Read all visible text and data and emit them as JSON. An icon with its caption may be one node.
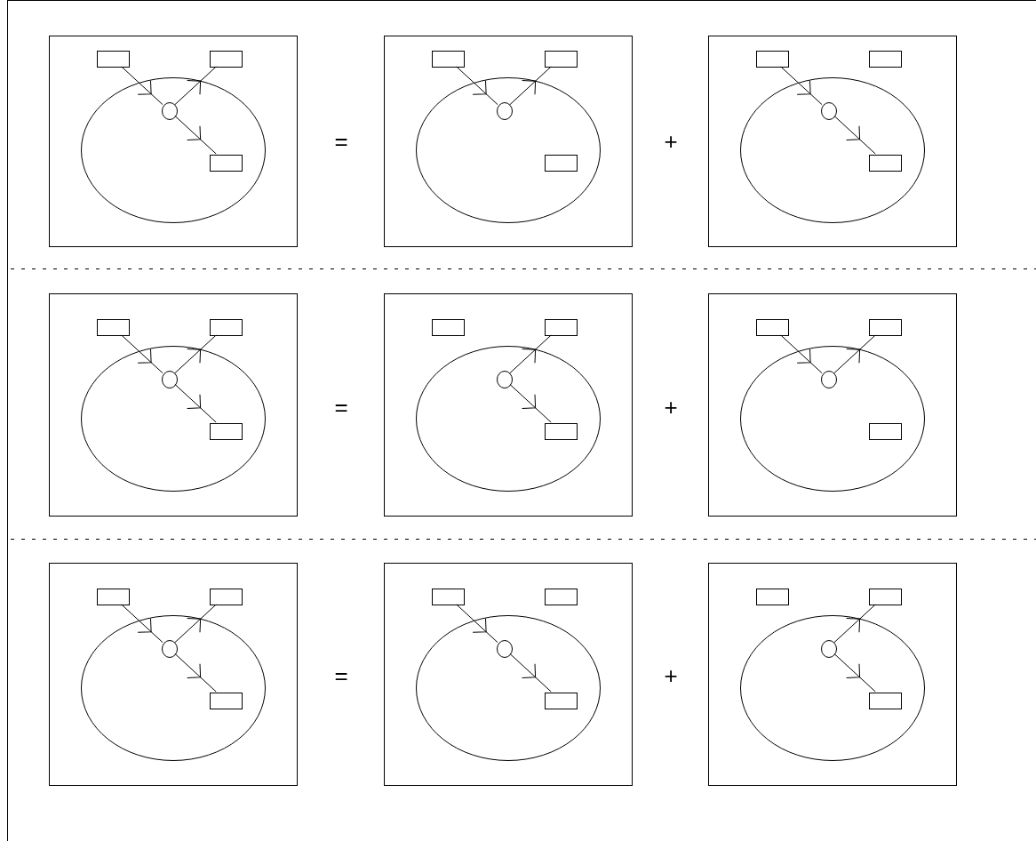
{
  "diagram": {
    "nodes": [
      {
        "text": [],
        "shape": "box"
      },
      {
        "text": [],
        "shape": "ellipse",
        "in": 0
      },
      {
        "text": [],
        "shape": "circle",
        "in": 1
      },
      {
        "text": [],
        "shape": "box",
        "in": 0
      },
      {
        "text": [],
        "shape": "box",
        "in": 0
      },
      {
        "text": [],
        "shape": "box",
        "in": 1
      },
      {
        "text": [],
        "shape": "box"
      },
      {
        "text": [],
        "shape": "ellipse",
        "in": 6
      },
      {
        "text": [],
        "shape": "circle",
        "in": 7
      },
      {
        "text": [],
        "shape": "box",
        "in": 6
      },
      {
        "text": [],
        "shape": "box",
        "in": 6
      },
      {
        "text": [],
        "shape": "box",
        "in": 7
      },
      {
        "text": [],
        "shape": "box"
      },
      {
        "text": [],
        "shape": "ellipse",
        "in": 12
      },
      {
        "text": [],
        "shape": "circle",
        "in": 13
      },
      {
        "text": [],
        "shape": "box",
        "in": 12
      },
      {
        "text": [],
        "shape": "box",
        "in": 12
      },
      {
        "text": [],
        "shape": "box",
        "in": 13
      },
      {
        "text": [],
        "shape": "box"
      },
      {
        "text": [],
        "shape": "ellipse",
        "in": 18
      },
      {
        "text": [],
        "shape": "circle",
        "in": 19
      },
      {
        "text": [],
        "shape": "box",
        "in": 18
      },
      {
        "text": [],
        "shape": "box",
        "in": 18
      },
      {
        "text": [],
        "shape": "box",
        "in": 19
      },
      {
        "text": [],
        "shape": "box"
      },
      {
        "text": [],
        "shape": "ellipse",
        "in": 24
      },
      {
        "text": [],
        "shape": "circle",
        "in": 25
      },
      {
        "text": [],
        "shape": "box",
        "in": 24
      },
      {
        "text": [],
        "shape": "box",
        "in": 24
      },
      {
        "text": [],
        "shape": "box",
        "in": 25
      },
      {
        "text": [],
        "shape": "box"
      },
      {
        "text": [],
        "shape": "ellipse",
        "in": 30
      },
      {
        "text": [],
        "shape": "circle",
        "in": 31
      },
      {
        "text": [],
        "shape": "box",
        "in": 30
      },
      {
        "text": [],
        "shape": "box",
        "in": 30
      },
      {
        "text": [],
        "shape": "box",
        "in": 31
      },
      {
        "text": [],
        "shape": "box"
      },
      {
        "text": [],
        "shape": "ellipse",
        "in": 36
      },
      {
        "text": [],
        "shape": "circle",
        "in": 37
      },
      {
        "text": [],
        "shape": "box",
        "in": 36
      },
      {
        "text": [],
        "shape": "box",
        "in": 36
      },
      {
        "text": [],
        "shape": "box",
        "in": 37
      },
      {
        "text": [],
        "shape": "box"
      },
      {
        "text": [],
        "shape": "ellipse",
        "in": 42
      },
      {
        "text": [],
        "shape": "circle",
        "in": 43
      },
      {
        "text": [],
        "shape": "box",
        "in": 42
      },
      {
        "text": [],
        "shape": "box",
        "in": 42
      },
      {
        "text": [],
        "shape": "box",
        "in": 43
      },
      {
        "text": [],
        "shape": "box"
      },
      {
        "text": [],
        "shape": "ellipse",
        "in": 48
      },
      {
        "text": [],
        "shape": "circle",
        "in": 49
      },
      {
        "text": [],
        "shape": "box",
        "in": 48
      },
      {
        "text": [],
        "shape": "box",
        "in": 48
      },
      {
        "text": [],
        "shape": "box",
        "in": 49
      }
    ],
    "edges": [
      {
        "from": 3,
        "to": 2,
        "arrow": "to"
      },
      {
        "from": 2,
        "to": 4,
        "arrow": "to"
      },
      {
        "from": 2,
        "to": 5,
        "arrow": "to"
      },
      {
        "from": 9,
        "to": 8,
        "arrow": "to"
      },
      {
        "from": 8,
        "to": 10,
        "arrow": "to"
      },
      {
        "from": 15,
        "to": 14,
        "arrow": "to"
      },
      {
        "from": 14,
        "to": 17,
        "arrow": "to"
      },
      {
        "from": 21,
        "to": 20,
        "arrow": "to"
      },
      {
        "from": 20,
        "to": 22,
        "arrow": "to"
      },
      {
        "from": 20,
        "to": 23,
        "arrow": "to"
      },
      {
        "from": 26,
        "to": 28,
        "arrow": "to"
      },
      {
        "from": 26,
        "to": 29,
        "arrow": "to"
      },
      {
        "from": 33,
        "to": 32,
        "arrow": "to"
      },
      {
        "from": 32,
        "to": 34,
        "arrow": "to"
      },
      {
        "from": 39,
        "to": 38,
        "arrow": "to"
      },
      {
        "from": 38,
        "to": 40,
        "arrow": "to"
      },
      {
        "from": 38,
        "to": 41,
        "arrow": "to"
      },
      {
        "from": 45,
        "to": 44,
        "arrow": "to"
      },
      {
        "from": 44,
        "to": 47,
        "arrow": "to"
      },
      {
        "from": 50,
        "to": 52,
        "arrow": "to"
      },
      {
        "from": 50,
        "to": 53,
        "arrow": "to"
      }
    ],
    "labels": [
      "=",
      "+",
      "=",
      "+",
      "=",
      "+"
    ]
  }
}
